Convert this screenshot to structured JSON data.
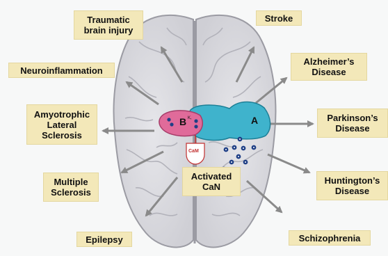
{
  "labels": {
    "tbi": [
      "Traumatic",
      "brain injury"
    ],
    "neuroinflammation": [
      "Neuroinflammation"
    ],
    "als": [
      "Amyotrophic",
      "Lateral",
      "Sclerosis"
    ],
    "ms": [
      "Multiple",
      "Sclerosis"
    ],
    "epilepsy": [
      "Epilepsy"
    ],
    "stroke": [
      "Stroke"
    ],
    "alzheimers": [
      "Alzheimer’s",
      "Disease"
    ],
    "parkinsons": [
      "Parkinson’s",
      "Disease"
    ],
    "huntingtons": [
      "Huntington’s",
      "Disease"
    ],
    "schizophrenia": [
      "Schizophrenia"
    ],
    "activated_can": [
      "Activated",
      "CaN"
    ]
  },
  "molecule": {
    "subunit_a": "A",
    "subunit_b": "B",
    "b_superscript": "K,",
    "cam": "CaM"
  },
  "colors": {
    "background": "#f7f8f8",
    "label_fill": "#f3e8b9",
    "brain_fill": "#d9d9dd",
    "subunit_a": "#3fb3cc",
    "subunit_b": "#e06b9a",
    "cam": "#e23b3b",
    "dots": "#1f3f86"
  }
}
